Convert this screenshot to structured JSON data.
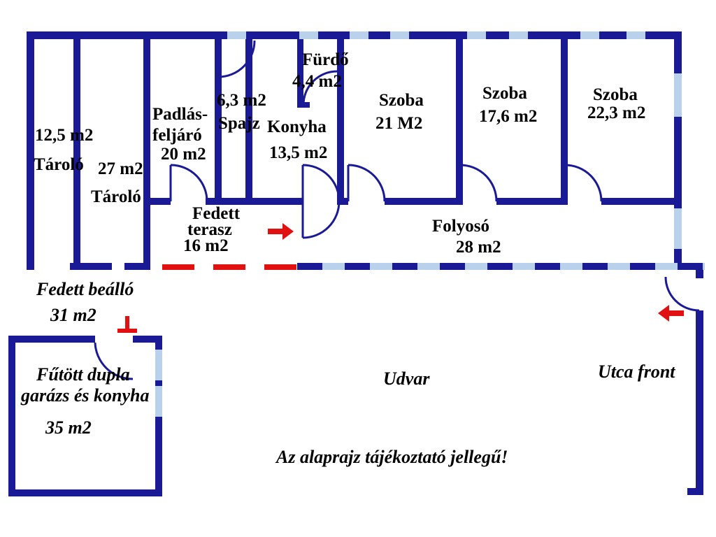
{
  "colors": {
    "wall": "#1a1a96",
    "window": "#b9d1ea",
    "accent_red": "#e21111",
    "background": "#ffffff",
    "text": "#000000"
  },
  "rooms": {
    "tarolo_small": {
      "line1": "12,5 m2",
      "line2": "Tároló"
    },
    "tarolo_big": {
      "line1": "27 m2",
      "line2": "Tároló"
    },
    "padlasfeljaro": {
      "line1": "Padlás-",
      "line2": "feljáró",
      "line3": "20 m2"
    },
    "spajz": {
      "line1": "6,3 m2",
      "line2": "Spajz"
    },
    "furdo": {
      "line1": "Fürdő",
      "line2": "4,4 m2"
    },
    "konyha": {
      "line1": "Konyha",
      "line2": "13,5 m2"
    },
    "szoba1": {
      "line1": "Szoba",
      "line2": "21 M2"
    },
    "szoba2": {
      "line1": "Szoba",
      "line2": "17,6 m2"
    },
    "szoba3": {
      "line1": "Szoba",
      "line2": "22,3 m2"
    },
    "terasz": {
      "line1": "Fedett",
      "line2": "terasz",
      "line3": "16 m2"
    },
    "folyoso": {
      "line1": "Folyosó",
      "line2": "28 m2"
    },
    "beallo": {
      "line1": "Fedett beálló",
      "line2": "31 m2"
    },
    "garazs": {
      "line1": "Fűtött dupla",
      "line2": "garázs és konyha",
      "line3": "35 m2"
    }
  },
  "outdoor": {
    "udvar": "Udvar",
    "utca_front": "Utca front"
  },
  "note": "Az alaprajz tájékoztató jellegű!"
}
